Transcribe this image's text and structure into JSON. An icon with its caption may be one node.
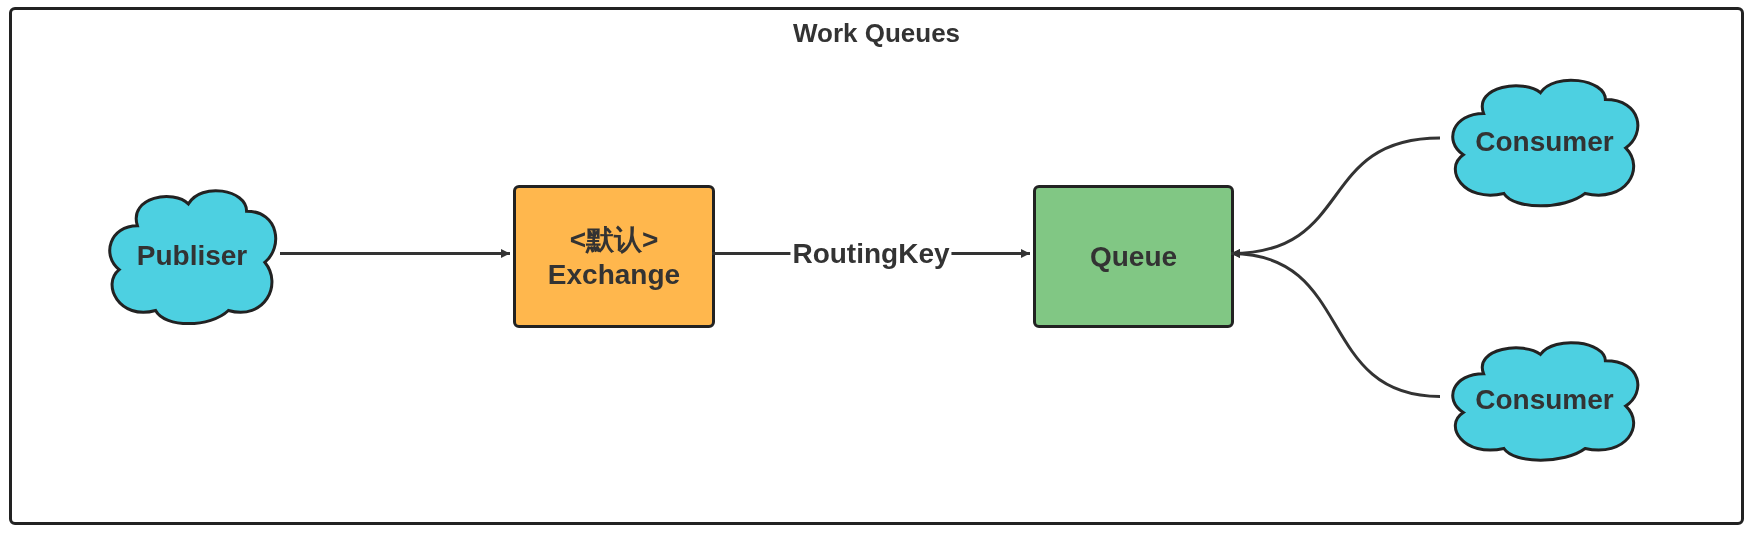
{
  "diagram": {
    "nodes": [
      {
        "text": [
          "Work Queues"
        ]
      },
      {
        "text": [
          "Publiser"
        ],
        "in": 0
      },
      {
        "text": [
          "<默认>",
          "Exchange"
        ],
        "in": 0
      },
      {
        "text": [
          "Queue"
        ],
        "in": 0
      },
      {
        "text": [
          "Consumer"
        ],
        "in": 0
      },
      {
        "text": [
          "Consumer"
        ],
        "in": 0
      }
    ],
    "edges": [
      {
        "from": 1,
        "to": 2,
        "arrow": "to"
      },
      {
        "from": 2,
        "to": 3,
        "arrow": "to",
        "label": "RoutingKey"
      },
      {
        "from": 4,
        "to": 3,
        "arrow": "to"
      },
      {
        "from": 5,
        "to": 3,
        "arrow": "to"
      }
    ]
  }
}
